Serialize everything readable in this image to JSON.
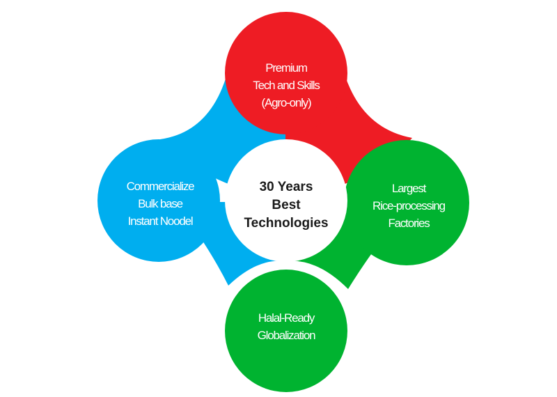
{
  "colors": {
    "top": "#ee1c24",
    "left": "#00aeef",
    "right": "#00b330",
    "bottom": "#00b330",
    "center": "#ffffff",
    "label_text": "#ffffff",
    "center_text": "#1a1a1a"
  },
  "center": {
    "lines": [
      "30 Years",
      "Best",
      "Technologies"
    ]
  },
  "petals": {
    "top": {
      "lines": [
        "Premium",
        "Tech and Skills",
        "(Agro-only)"
      ]
    },
    "left": {
      "lines": [
        "Commercialize",
        "Bulk base",
        "Instant Noodel"
      ]
    },
    "right": {
      "lines": [
        "Largest",
        "Rice-processing",
        "Factories"
      ]
    },
    "bottom": {
      "lines": [
        "Halal-Ready",
        "Globalization"
      ]
    }
  }
}
